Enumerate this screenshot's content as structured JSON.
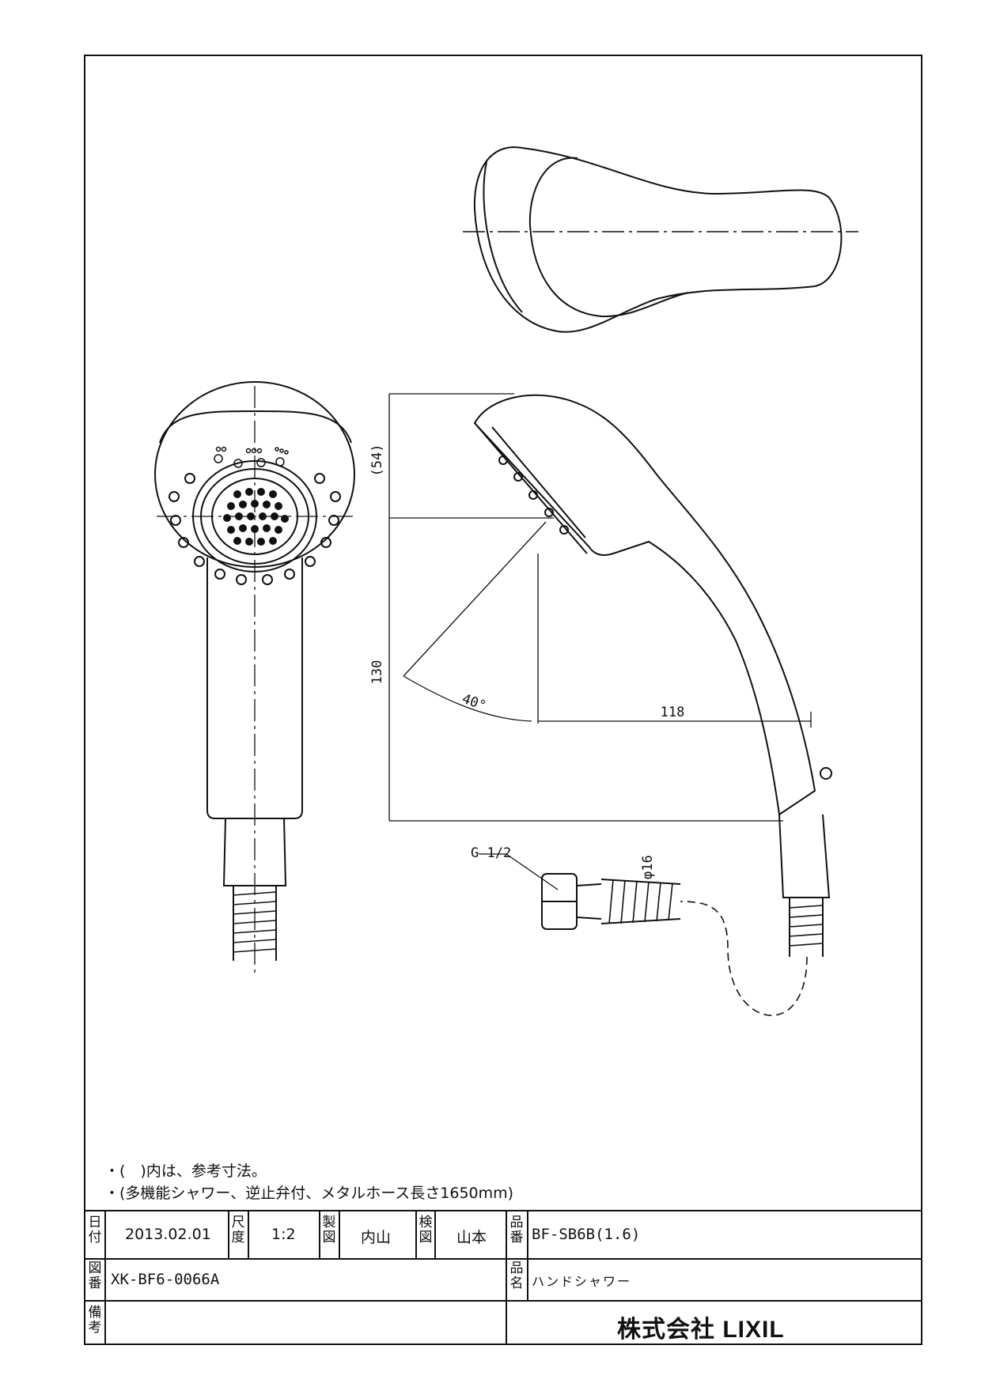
{
  "notes": [
    "・(　)内は、参考寸法。",
    "・(多機能シャワー、逆止弁付、メタルホース長さ1650mm)"
  ],
  "dimensions": {
    "d54": "(54)",
    "d130": "130",
    "d118": "118",
    "angle": "40°",
    "thread": "G 1/2",
    "hose_dia": "φ16"
  },
  "title_block": {
    "date_label": "日付",
    "date": "2013.02.01",
    "scale_label": "尺度",
    "scale": "1:2",
    "drawn_label": "製図",
    "drawn_by": "内山",
    "checked_label": "検図",
    "checked_by": "山本",
    "part_no_label": "品番",
    "part_no": "BF-SB6B(1.6)",
    "drawing_no_label": "図番",
    "drawing_no": "XK-BF6-0066A",
    "part_name_label": "品名",
    "part_name": "ハンドシャワー",
    "remarks_label": "備考",
    "company": "株式会社 LIXIL"
  }
}
